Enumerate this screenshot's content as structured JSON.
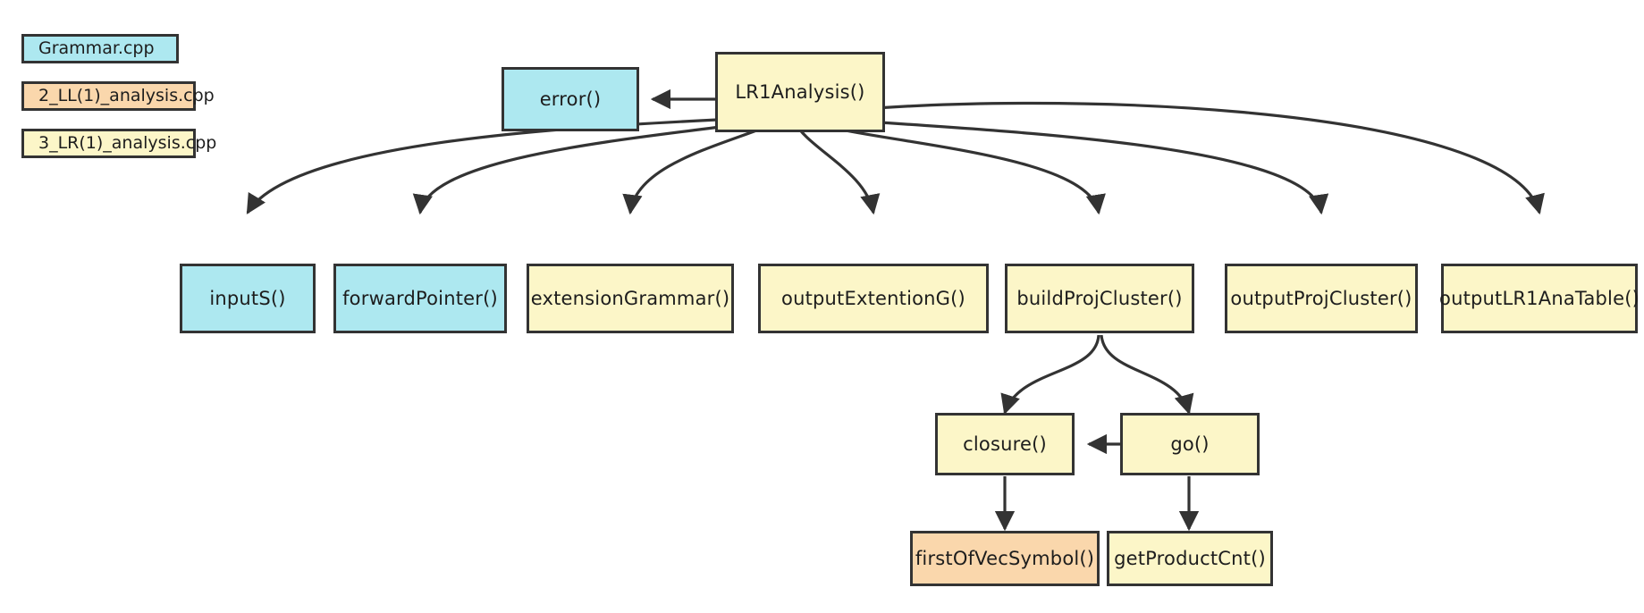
{
  "diagram": {
    "title": "LR1Analysis call graph",
    "colors": {
      "grammar_cpp": "#ade8f0",
      "ll1_analysis_cpp": "#fad7ac",
      "lr1_analysis_cpp": "#fcf6c8",
      "border": "#333333",
      "edge": "#333333",
      "background": "#ffffff"
    }
  },
  "legend": {
    "items": [
      {
        "label": "Grammar.cpp",
        "color_key": "grammar_cpp"
      },
      {
        "label": "2_LL(1)_analysis.cpp",
        "color_key": "ll1_analysis_cpp"
      },
      {
        "label": "3_LR(1)_analysis.cpp",
        "color_key": "lr1_analysis_cpp"
      }
    ]
  },
  "nodes": [
    {
      "id": "error",
      "label": "error()",
      "color_key": "grammar_cpp"
    },
    {
      "id": "lr1analysis",
      "label": "LR1Analysis()",
      "color_key": "lr1_analysis_cpp"
    },
    {
      "id": "inputS",
      "label": "inputS()",
      "color_key": "grammar_cpp"
    },
    {
      "id": "forwardPointer",
      "label": "forwardPointer()",
      "color_key": "grammar_cpp"
    },
    {
      "id": "extensionGrammar",
      "label": "extensionGrammar()",
      "color_key": "lr1_analysis_cpp"
    },
    {
      "id": "outputExtentionG",
      "label": "outputExtentionG()",
      "color_key": "lr1_analysis_cpp"
    },
    {
      "id": "buildProjCluster",
      "label": "buildProjCluster()",
      "color_key": "lr1_analysis_cpp"
    },
    {
      "id": "outputProjCluster",
      "label": "outputProjCluster()",
      "color_key": "lr1_analysis_cpp"
    },
    {
      "id": "outputLR1AnaTable",
      "label": "outputLR1AnaTable()",
      "color_key": "lr1_analysis_cpp"
    },
    {
      "id": "closure",
      "label": "closure()",
      "color_key": "lr1_analysis_cpp"
    },
    {
      "id": "go",
      "label": "go()",
      "color_key": "lr1_analysis_cpp"
    },
    {
      "id": "firstOfVecSymbol",
      "label": "firstOfVecSymbol()",
      "color_key": "ll1_analysis_cpp"
    },
    {
      "id": "getProductCnt",
      "label": "getProductCnt()",
      "color_key": "lr1_analysis_cpp"
    }
  ],
  "edges": [
    {
      "from": "lr1analysis",
      "to": "error"
    },
    {
      "from": "lr1analysis",
      "to": "inputS"
    },
    {
      "from": "lr1analysis",
      "to": "forwardPointer"
    },
    {
      "from": "lr1analysis",
      "to": "extensionGrammar"
    },
    {
      "from": "lr1analysis",
      "to": "outputExtentionG"
    },
    {
      "from": "lr1analysis",
      "to": "buildProjCluster"
    },
    {
      "from": "lr1analysis",
      "to": "outputProjCluster"
    },
    {
      "from": "lr1analysis",
      "to": "outputLR1AnaTable"
    },
    {
      "from": "buildProjCluster",
      "to": "closure"
    },
    {
      "from": "buildProjCluster",
      "to": "go"
    },
    {
      "from": "go",
      "to": "closure"
    },
    {
      "from": "closure",
      "to": "firstOfVecSymbol"
    },
    {
      "from": "go",
      "to": "getProductCnt"
    }
  ]
}
